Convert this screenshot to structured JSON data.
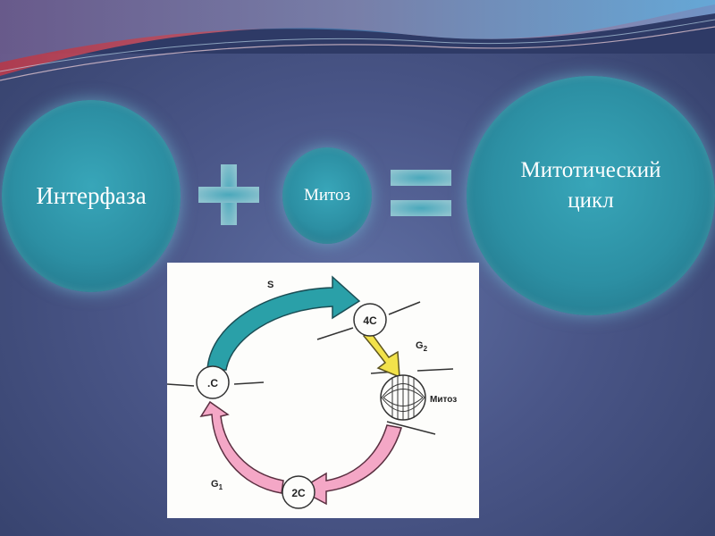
{
  "slide": {
    "interphase_label": "Интерфаза",
    "mitosis_label": "Митоз",
    "cycle_label_line1": "Митотический",
    "cycle_label_line2": "цикл"
  },
  "diagram": {
    "phase_s": "S",
    "phase_g2": "G",
    "phase_g2_sub": "2",
    "phase_g1": "G",
    "phase_g1_sub": "1",
    "mitosis_label": "Митоз",
    "node_4c": "4C",
    "node_c": ".C",
    "node_2c": "2C"
  },
  "colors": {
    "circle_fill": "#2c8fa3",
    "s_arrow": "#2aa0a8",
    "g2_arrow": "#f2e24a",
    "g1_arrow": "#f4a7c6"
  }
}
